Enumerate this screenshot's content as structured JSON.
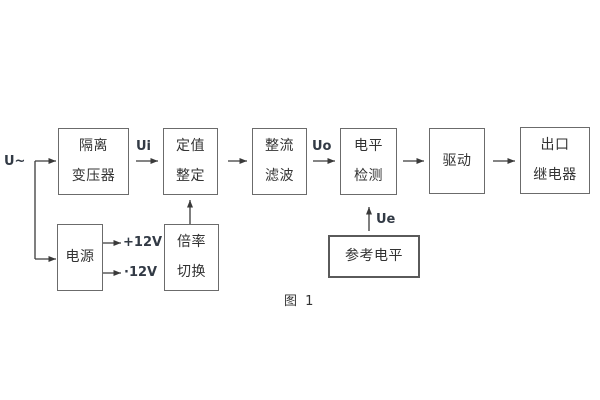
{
  "diagram": {
    "caption": "图 1",
    "input_label": "U~",
    "signal_labels": {
      "ui": "Ui",
      "uo": "Uo",
      "ue": "Ue"
    },
    "power_labels": {
      "plus": "+12V",
      "minus": "·12V"
    },
    "blocks": {
      "isolation_transformer": {
        "line1": "隔离",
        "line2": "变压器"
      },
      "setting": {
        "line1": "定值",
        "line2": "整定"
      },
      "rectifier_filter": {
        "line1": "整流",
        "line2": "滤波"
      },
      "level_detection": {
        "line1": "电平",
        "line2": "检测"
      },
      "drive": {
        "line1": "驱动"
      },
      "output_relay": {
        "line1": "出口",
        "line2": "继电器"
      },
      "power_supply": {
        "line1": "电源"
      },
      "ratio_switch": {
        "line1": "倍率",
        "line2": "切换"
      },
      "reference_level": {
        "line1": "参考电平"
      }
    },
    "colors": {
      "background": "#ffffff",
      "connector": "#3a3a3a",
      "box_border": "#6b6b6b",
      "text": "#333333"
    }
  }
}
